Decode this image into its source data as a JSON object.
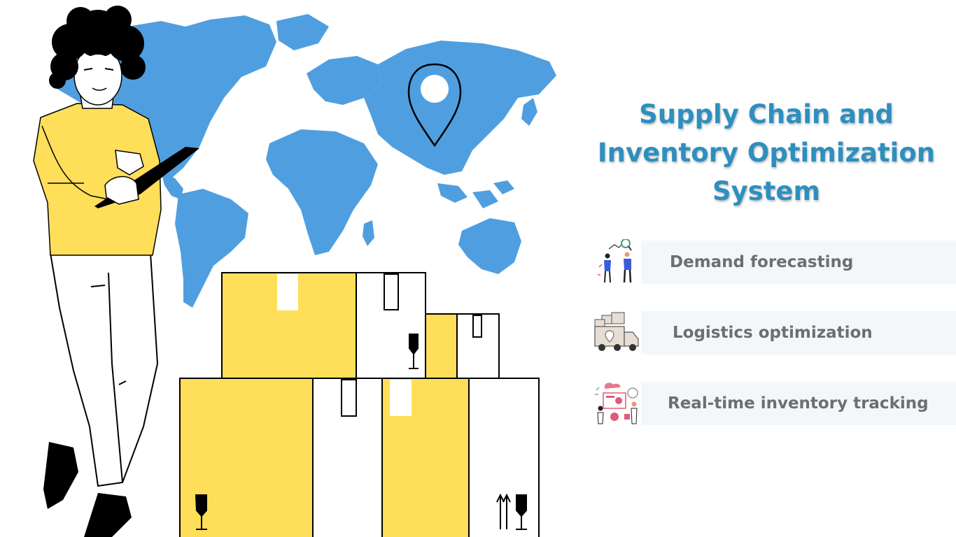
{
  "title": "Supply Chain and Inventory Optimization System",
  "features": [
    {
      "label": "Demand forecasting",
      "icon": "demand-forecasting-icon"
    },
    {
      "label": "Logistics optimization",
      "icon": "delivery-truck-icon"
    },
    {
      "label": "Real-time inventory tracking",
      "icon": "inventory-tracking-icon"
    }
  ],
  "colors": {
    "title": "#2e8fbf",
    "map": "#4f9fe0",
    "box_yellow": "#ffde5a",
    "sweater": "#ffde5a",
    "feature_bar": "#f3f7fa",
    "feature_text": "#6e6e6e"
  }
}
